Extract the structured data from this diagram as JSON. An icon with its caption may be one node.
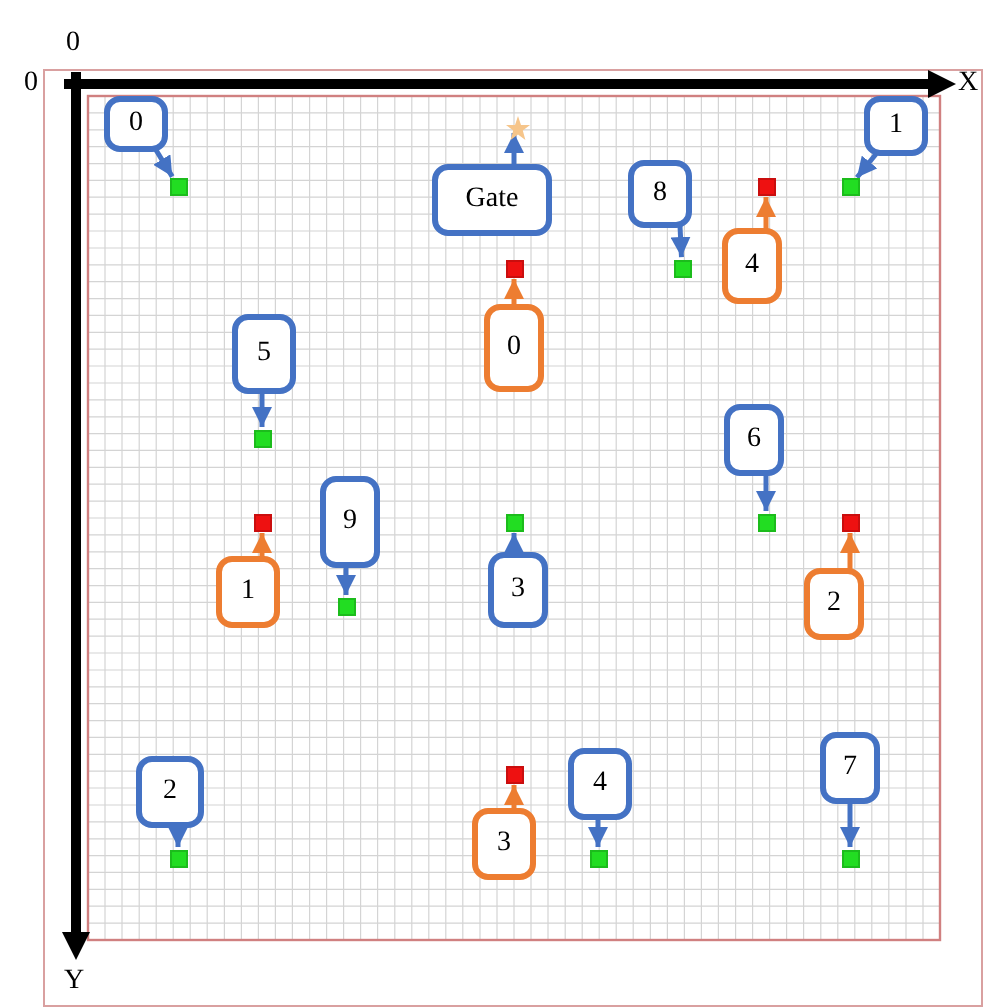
{
  "diagram": {
    "nodes": [
      {
        "text": [
          "0"
        ]
      },
      {
        "text": [],
        "shape": "box"
      },
      {
        "text": [
          "1"
        ]
      },
      {
        "text": [],
        "shape": "box"
      },
      {
        "text": [
          "Gate"
        ]
      },
      {
        "text": [],
        "shape": "star"
      },
      {
        "text": [
          "8"
        ]
      },
      {
        "text": [],
        "shape": "box"
      },
      {
        "text": [
          "4"
        ]
      },
      {
        "text": [],
        "shape": "box"
      },
      {
        "text": [
          "0"
        ]
      },
      {
        "text": [],
        "shape": "box"
      },
      {
        "text": [
          "5"
        ]
      },
      {
        "text": [],
        "shape": "box"
      },
      {
        "text": [
          "6"
        ]
      },
      {
        "text": [],
        "shape": "box"
      },
      {
        "text": [
          "9"
        ]
      },
      {
        "text": [],
        "shape": "box"
      },
      {
        "text": [
          "1"
        ]
      },
      {
        "text": [],
        "shape": "box"
      },
      {
        "text": [
          "3"
        ]
      },
      {
        "text": [],
        "shape": "box"
      },
      {
        "text": [
          "2"
        ]
      },
      {
        "text": [],
        "shape": "box"
      },
      {
        "text": [
          "2"
        ]
      },
      {
        "text": [],
        "shape": "box"
      },
      {
        "text": [
          "4"
        ]
      },
      {
        "text": [],
        "shape": "box"
      },
      {
        "text": [
          "7"
        ]
      },
      {
        "text": [],
        "shape": "box"
      },
      {
        "text": [
          "3"
        ]
      },
      {
        "text": [],
        "shape": "box"
      }
    ],
    "edges": [
      {
        "from": 0,
        "to": 1,
        "arrow": "to"
      },
      {
        "from": 2,
        "to": 3,
        "arrow": "to"
      },
      {
        "from": 4,
        "to": 5,
        "arrow": "to"
      },
      {
        "from": 6,
        "to": 7,
        "arrow": "to"
      },
      {
        "from": 8,
        "to": 9,
        "arrow": "to",
        "color": "#ed7d31"
      },
      {
        "from": 10,
        "to": 11,
        "arrow": "to",
        "color": "#ed7d31"
      },
      {
        "from": 12,
        "to": 13,
        "arrow": "to"
      },
      {
        "from": 14,
        "to": 15,
        "arrow": "to"
      },
      {
        "from": 16,
        "to": 17,
        "arrow": "to"
      },
      {
        "from": 18,
        "to": 19,
        "arrow": "to",
        "color": "#ed7d31"
      },
      {
        "from": 20,
        "to": 21,
        "arrow": "to"
      },
      {
        "from": 22,
        "to": 23,
        "arrow": "to",
        "color": "#ed7d31"
      },
      {
        "from": 24,
        "to": 25,
        "arrow": "to"
      },
      {
        "from": 26,
        "to": 27,
        "arrow": "to"
      },
      {
        "from": 28,
        "to": 29,
        "arrow": "to"
      },
      {
        "from": 30,
        "to": 31,
        "arrow": "to",
        "color": "#ed7d31"
      }
    ],
    "labels": [
      "0",
      "0",
      "X",
      "Y"
    ]
  }
}
